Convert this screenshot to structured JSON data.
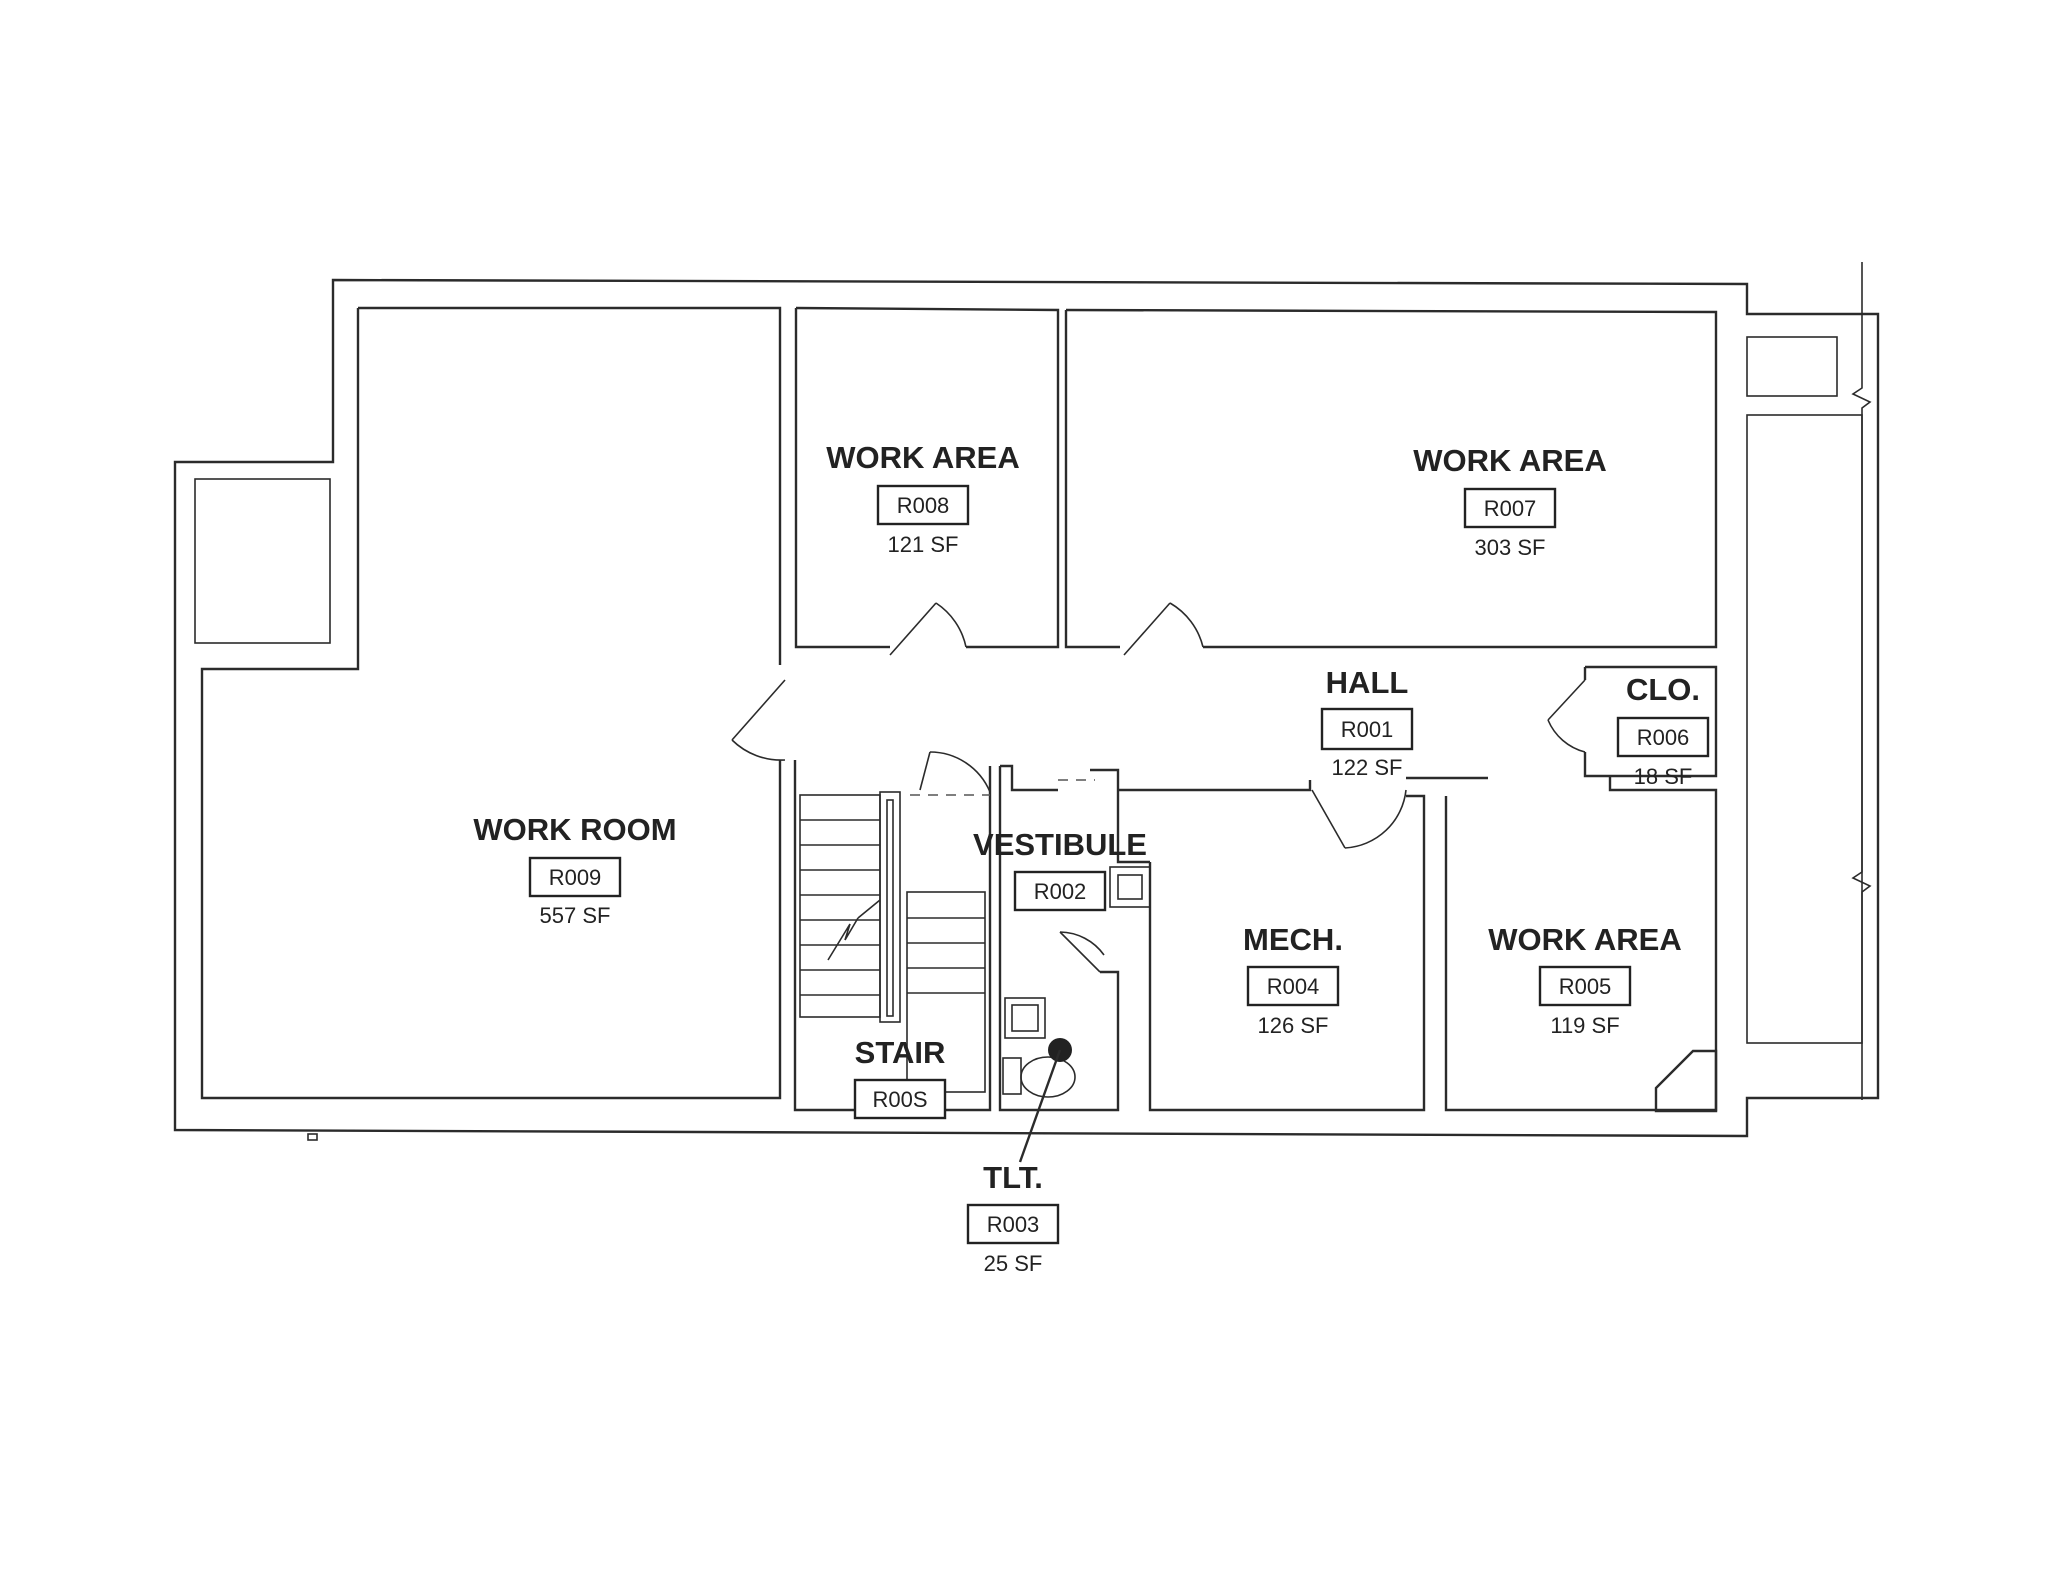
{
  "rooms": [
    {
      "key": "r009",
      "name": "WORK ROOM",
      "number": "R009",
      "area": "557 SF"
    },
    {
      "key": "r008",
      "name": "WORK AREA",
      "number": "R008",
      "area": "121 SF"
    },
    {
      "key": "r007",
      "name": "WORK AREA",
      "number": "R007",
      "area": "303 SF"
    },
    {
      "key": "r001",
      "name": "HALL",
      "number": "R001",
      "area": "122 SF"
    },
    {
      "key": "r006",
      "name": "CLO.",
      "number": "R006",
      "area": "18 SF"
    },
    {
      "key": "r002",
      "name": "VESTIBULE",
      "number": "R002",
      "area": ""
    },
    {
      "key": "r004",
      "name": "MECH.",
      "number": "R004",
      "area": "126 SF"
    },
    {
      "key": "r005",
      "name": "WORK AREA",
      "number": "R005",
      "area": "119 SF"
    },
    {
      "key": "r00s",
      "name": "STAIR",
      "number": "R00S",
      "area": ""
    },
    {
      "key": "r003",
      "name": "TLT.",
      "number": "R003",
      "area": "25 SF"
    }
  ]
}
